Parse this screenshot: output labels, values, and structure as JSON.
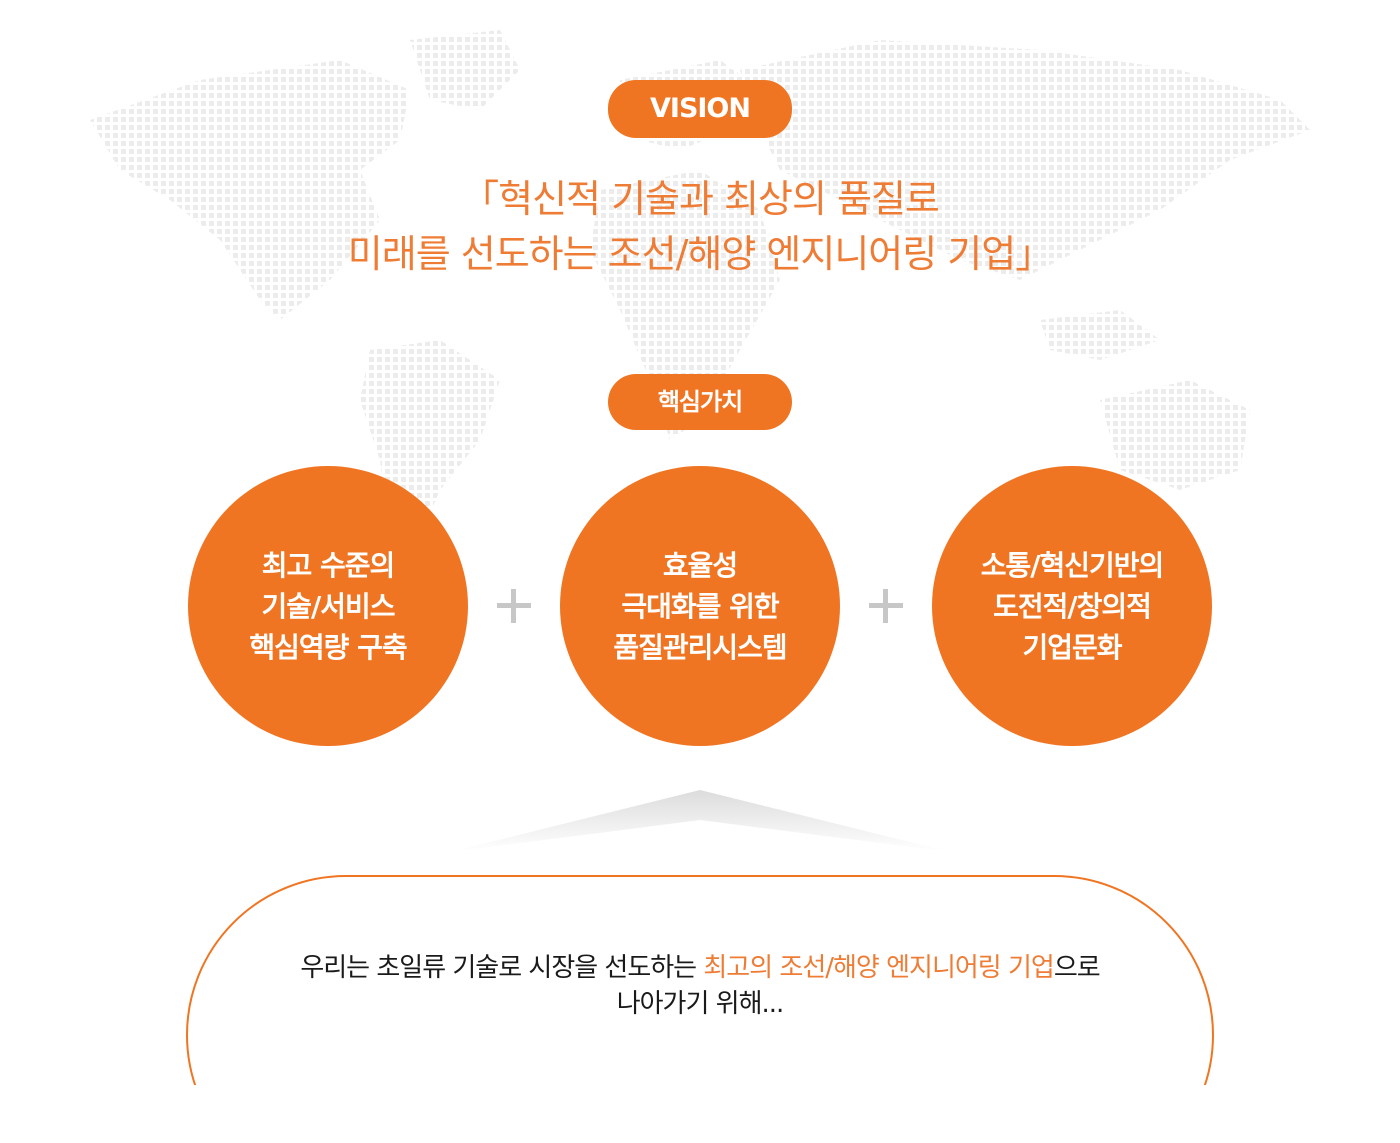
{
  "vision": {
    "badge": "VISION",
    "statement_line1": "「혁신적 기술과 최상의 품질로",
    "statement_line2": "미래를 선도하는 조선/해양 엔지니어링 기업」"
  },
  "core_values": {
    "badge": "핵심가치",
    "items": [
      {
        "lines": [
          "최고 수준의",
          "기술/서비스",
          "핵심역량 구축"
        ]
      },
      {
        "lines": [
          "효율성",
          "극대화를 위한",
          "품질관리시스템"
        ]
      },
      {
        "lines": [
          "소통/혁신기반의",
          "도전적/창의적",
          "기업문화"
        ]
      }
    ]
  },
  "mission": {
    "prefix": "우리는 초일류 기술로 시장을 선도하는 ",
    "highlight": "최고의 조선/해양 엔지니어링 기업",
    "suffix": "으로",
    "line2": "나아가기 위해..."
  },
  "colors": {
    "accent": "#f07522",
    "heading_text": "#ef7c35",
    "plus": "#c7c7c7",
    "map_dots": "#ececec"
  },
  "icons": {
    "separator": "plus-icon",
    "background": "world-map"
  }
}
